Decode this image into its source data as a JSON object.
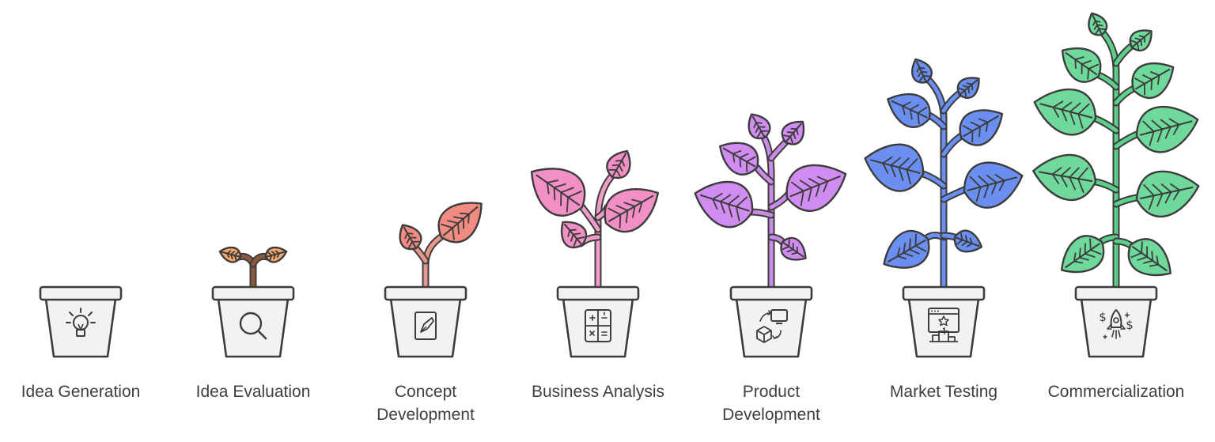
{
  "stages": [
    {
      "id": "idea-generation",
      "label": "Idea Generation",
      "icon": "lightbulb-icon",
      "growth": "empty-pot",
      "leaf_color": ""
    },
    {
      "id": "idea-evaluation",
      "label": "Idea Evaluation",
      "icon": "magnifier-icon",
      "growth": "sprout",
      "leaf_color": "#f4a66a"
    },
    {
      "id": "concept-development",
      "label": "Concept\nDevelopment",
      "icon": "pen-document-icon",
      "growth": "seedling",
      "leaf_color": "#f28b82"
    },
    {
      "id": "business-analysis",
      "label": "Business Analysis",
      "icon": "calculator-icon",
      "growth": "small-plant",
      "leaf_color": "#f28fc4"
    },
    {
      "id": "product-development",
      "label": "Product\nDevelopment",
      "icon": "prototype-icon",
      "growth": "medium-plant",
      "leaf_color": "#d08cf0"
    },
    {
      "id": "market-testing",
      "label": "Market Testing",
      "icon": "ab-testing-icon",
      "growth": "tall-plant",
      "leaf_color": "#6a8ff0"
    },
    {
      "id": "commercialization",
      "label": "Commercialization",
      "icon": "rocket-icon",
      "growth": "full-plant",
      "leaf_color": "#6ed99a"
    }
  ],
  "colors": {
    "outline": "#3c3c3c",
    "pot_fill": "#f2f2f2",
    "stem_sprout": "#8b5a3c",
    "stem_seedling": "#e8968c",
    "stem_business": "#f09cc8",
    "stem_product": "#c98ae8",
    "stem_market": "#6a8ff0",
    "stem_commercial": "#5ccf8a",
    "label_text": "#3f3f3f"
  }
}
